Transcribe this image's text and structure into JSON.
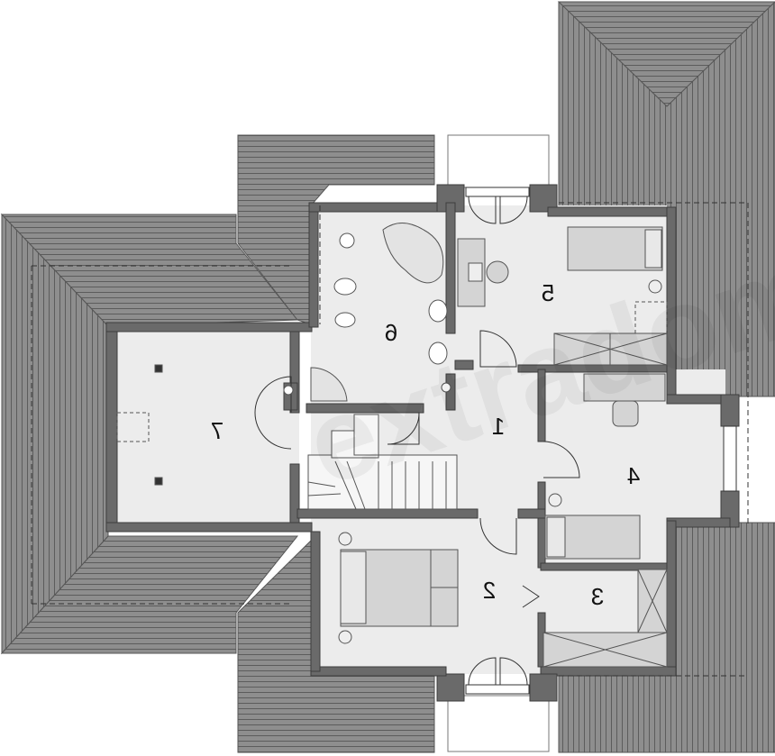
{
  "plan": {
    "rooms": [
      {
        "id": "room-1",
        "number": "1"
      },
      {
        "id": "room-2",
        "number": "2"
      },
      {
        "id": "room-3",
        "number": "3"
      },
      {
        "id": "room-4",
        "number": "4"
      },
      {
        "id": "room-5",
        "number": "5"
      },
      {
        "id": "room-6",
        "number": "6"
      },
      {
        "id": "room-7",
        "number": "7"
      }
    ],
    "watermark": "extradom",
    "colors": {
      "roof": "#8c8c8c",
      "roof_lines": "#5a5a5a",
      "wall": "#6e6e6e",
      "floor": "#ececec",
      "furniture": "#d0d0d0",
      "background": "#ffffff"
    }
  }
}
